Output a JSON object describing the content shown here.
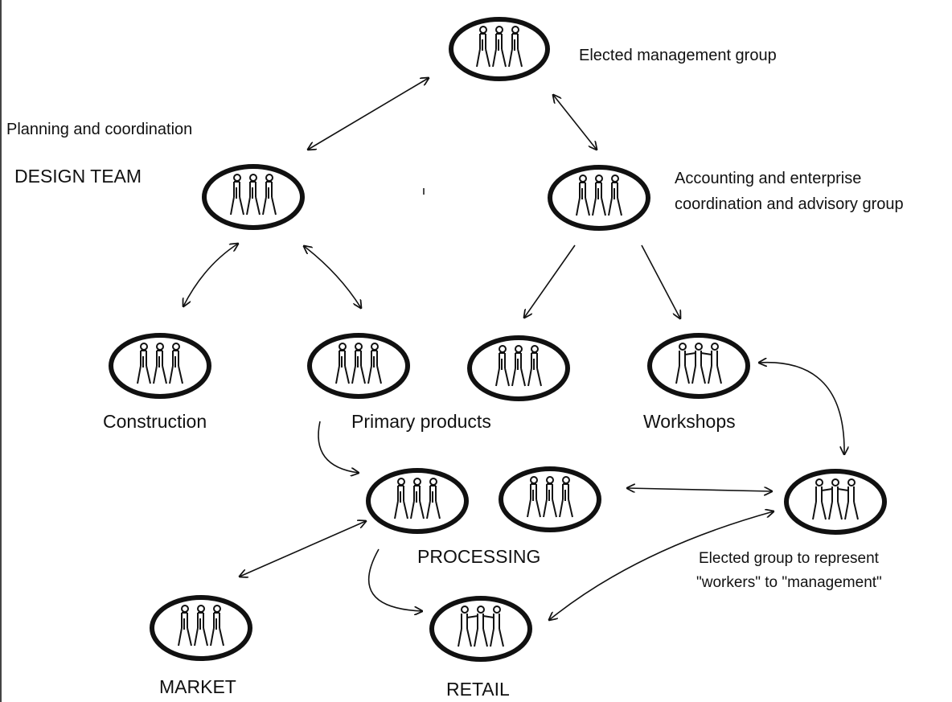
{
  "colors": {
    "ink": "#111111",
    "background": "#ffffff"
  },
  "labels": {
    "elected_management": "Elected management group",
    "planning": "Planning and coordination",
    "design_team": "DESIGN TEAM",
    "accounting_line1": "Accounting and enterprise",
    "accounting_line2": "coordination and advisory group",
    "construction": "Construction",
    "primary_products": "Primary products",
    "workshops": "Workshops",
    "processing": "PROCESSING",
    "workers_rep_line1": "Elected group to represent",
    "workers_rep_line2": "\"workers\" to \"management\"",
    "market": "MARKET",
    "retail": "RETAIL"
  },
  "groups": [
    {
      "id": "management",
      "icon": "three-people-icon"
    },
    {
      "id": "design-team",
      "icon": "three-people-icon"
    },
    {
      "id": "accounting",
      "icon": "three-people-icon"
    },
    {
      "id": "construction",
      "icon": "three-people-icon"
    },
    {
      "id": "primary-products",
      "icon": "three-people-icon"
    },
    {
      "id": "unlabeled",
      "icon": "three-people-icon"
    },
    {
      "id": "workshops",
      "icon": "three-people-holding-hands-icon"
    },
    {
      "id": "processing-a",
      "icon": "three-people-icon"
    },
    {
      "id": "processing-b",
      "icon": "three-people-icon"
    },
    {
      "id": "workers-rep",
      "icon": "three-people-holding-hands-icon"
    },
    {
      "id": "market",
      "icon": "three-people-icon"
    },
    {
      "id": "retail",
      "icon": "three-people-holding-hands-icon"
    }
  ],
  "connections": [
    {
      "from": "design-team",
      "to": "management",
      "direction": "both"
    },
    {
      "from": "management",
      "to": "accounting",
      "direction": "both"
    },
    {
      "from": "design-team",
      "to": "construction",
      "direction": "both"
    },
    {
      "from": "design-team",
      "to": "primary-products",
      "direction": "both"
    },
    {
      "from": "accounting",
      "to": "unlabeled",
      "direction": "forward"
    },
    {
      "from": "accounting",
      "to": "workshops",
      "direction": "forward"
    },
    {
      "from": "workshops",
      "to": "workers-rep",
      "direction": "both"
    },
    {
      "from": "primary-products",
      "to": "processing-a",
      "direction": "forward"
    },
    {
      "from": "processing-b",
      "to": "workers-rep",
      "direction": "both"
    },
    {
      "from": "market",
      "to": "processing-a",
      "direction": "both"
    },
    {
      "from": "processing-a",
      "to": "retail",
      "direction": "forward"
    },
    {
      "from": "retail",
      "to": "workers-rep",
      "direction": "both"
    }
  ]
}
